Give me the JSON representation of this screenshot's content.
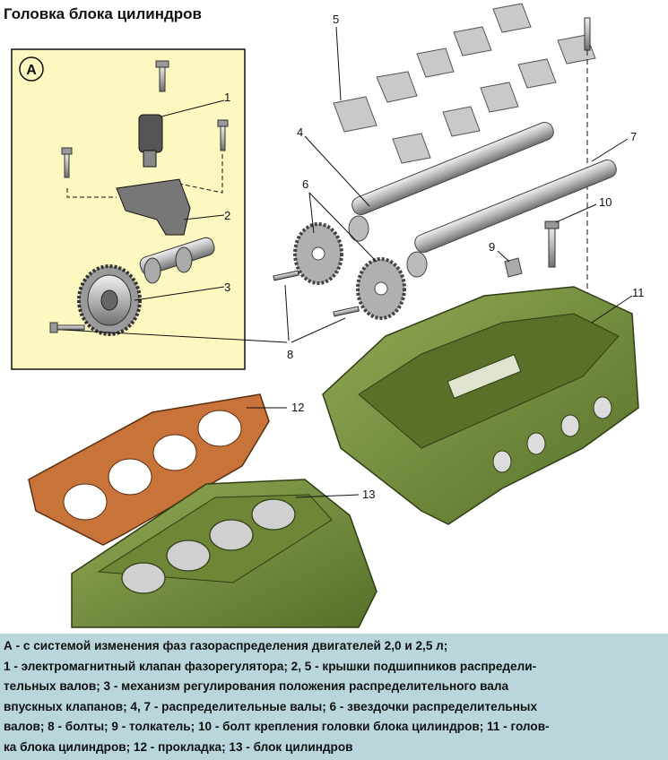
{
  "title": "Головка блока цилиндров",
  "inset_label": "А",
  "callouts": [
    "1",
    "2",
    "3",
    "4",
    "5",
    "6",
    "7",
    "8",
    "9",
    "10",
    "11",
    "12",
    "13"
  ],
  "legend_lines": [
    "А - с системой изменения фаз газораспределения двигателей 2,0 и 2,5 л;",
    "1 - электромагнитный клапан фазорегулятора; 2, 5 - крышки подшипников распредели-",
    "тельных валов; 3 - механизм регулирования положения распределительного вала",
    "впускных клапанов; 4, 7 - распределительные валы; 6 - звездочки распределительных",
    "валов; 8 - болты; 9 - толкатель; 10 - болт крепления головки блока цилиндров; 11 - голов-",
    "ка блока цилиндров; 12 - прокладка; 13 - блок цилиндров"
  ],
  "colors": {
    "inset_bg": "#fdf7c0",
    "caption_bg": "#b9d6dd",
    "head_green": "#6f8a3c",
    "block_green": "#7d9440",
    "gasket": "#c8733a",
    "metal": "#b8b8b8"
  }
}
